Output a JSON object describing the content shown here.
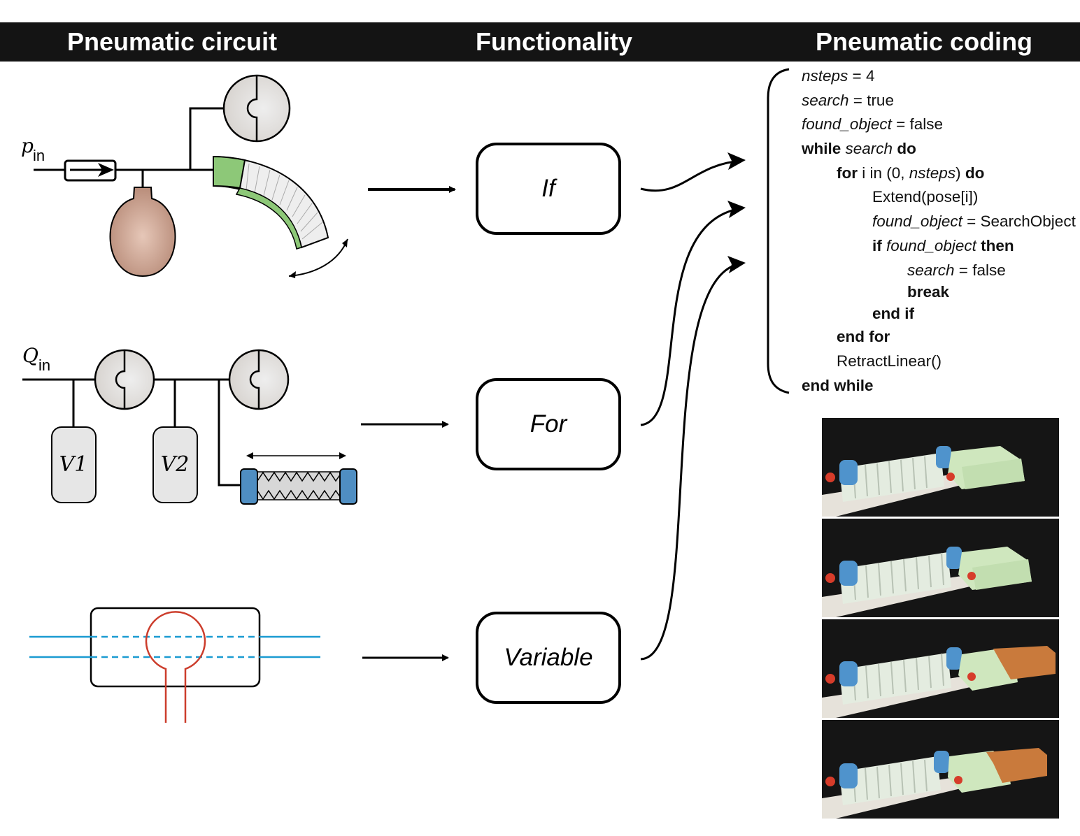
{
  "headers": {
    "circuit": "Pneumatic circuit",
    "functionality": "Functionality",
    "coding": "Pneumatic coding"
  },
  "circuit_labels": {
    "p_in": "p",
    "p_in_sub": "in",
    "q_in": "Q",
    "q_in_sub": "in",
    "v1": "V1",
    "v2": "V2"
  },
  "functions": {
    "if": "If",
    "for": "For",
    "variable": "Variable"
  },
  "code": {
    "l1_a": "nsteps",
    "l1_b": " = 4",
    "l2_a": "search",
    "l2_b": " = true",
    "l3_a": "found_object",
    "l3_b": " = false",
    "l4_a": "while",
    "l4_b": "search",
    "l4_c": "do",
    "l5_a": "for",
    "l5_b": " i in (0, ",
    "l5_c": "nsteps",
    "l5_d": ") ",
    "l5_e": "do",
    "l6": "Extend(pose[i])",
    "l7_a": "found_object",
    "l7_b": " = SearchObject",
    "l8_a": "if",
    "l8_b": "found_object",
    "l8_c": "then",
    "l9_a": "search",
    "l9_b": " = false",
    "l10": "break",
    "l11": "end if",
    "l12": "end for",
    "l13": "RetractLinear()",
    "l14": "end while"
  },
  "colors": {
    "header_bg": "#141414",
    "bulb": "#c19480",
    "bend_green": "#8dc878",
    "bellows_blue": "#4f8ec2",
    "wire_blue": "#1b9bd1",
    "sensor_red": "#cc3d2c",
    "object_orange": "#c97a3c"
  }
}
